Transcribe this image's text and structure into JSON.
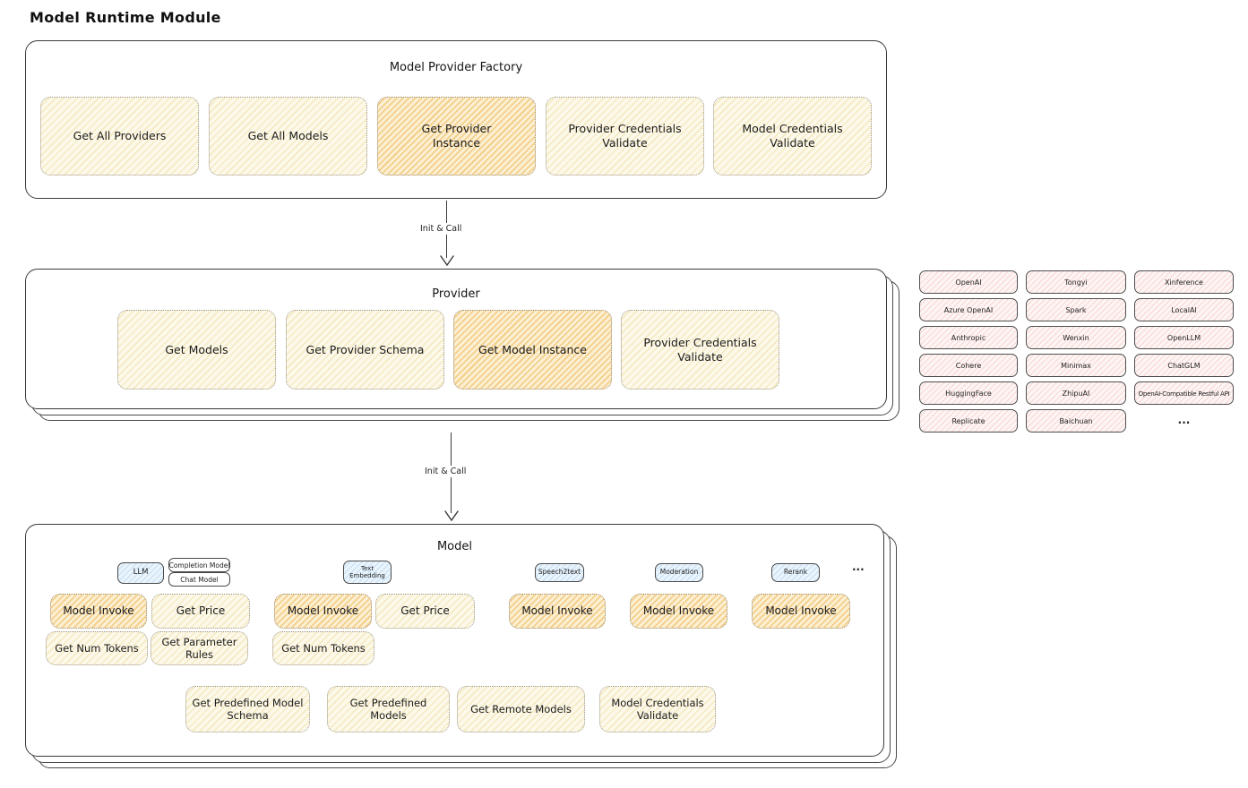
{
  "page_title": "Model Runtime Module",
  "arrows": {
    "label1": "Init & Call",
    "label2": "Init & Call"
  },
  "factory": {
    "title": "Model Provider Factory",
    "items": [
      {
        "label": "Get All Providers",
        "highlight": false
      },
      {
        "label": "Get All Models",
        "highlight": false
      },
      {
        "label": "Get Provider\nInstance",
        "highlight": true
      },
      {
        "label": "Provider Credentials\nValidate",
        "highlight": false
      },
      {
        "label": "Model Credentials\nValidate",
        "highlight": false
      }
    ]
  },
  "provider": {
    "title": "Provider",
    "items": [
      {
        "label": "Get Models",
        "highlight": false
      },
      {
        "label": "Get Provider Schema",
        "highlight": false
      },
      {
        "label": "Get Model Instance",
        "highlight": true
      },
      {
        "label": "Provider Credentials\nValidate",
        "highlight": false
      }
    ]
  },
  "provider_catalog": {
    "cells": [
      "OpenAI",
      "Tongyi",
      "Xinference",
      "Azure OpenAI",
      "Spark",
      "LocalAI",
      "Anthropic",
      "Wenxin",
      "OpenLLM",
      "Cohere",
      "Minimax",
      "ChatGLM",
      "HuggingFace",
      "ZhipuAI",
      "OpenAI-Compatible Restful API",
      "Replicate",
      "Baichuan"
    ],
    "ellipsis": "..."
  },
  "model": {
    "title": "Model",
    "ellipsis": "...",
    "types": [
      {
        "tab": "LLM",
        "subtabs": [
          "Completion Model",
          "Chat Model"
        ],
        "ops": [
          "Model Invoke",
          "Get Price",
          "Get Num Tokens",
          "Get Parameter\nRules"
        ]
      },
      {
        "tab": "Text\nEmbedding",
        "ops": [
          "Model Invoke",
          "Get Price",
          "Get Num Tokens"
        ]
      },
      {
        "tab": "Speech2text",
        "ops": [
          "Model Invoke"
        ]
      },
      {
        "tab": "Moderation",
        "ops": [
          "Model Invoke"
        ]
      },
      {
        "tab": "Rerank",
        "ops": [
          "Model Invoke"
        ]
      }
    ],
    "shared_ops": [
      "Get Predefined Model\nSchema",
      "Get Predefined\nModels",
      "Get Remote Models",
      "Model Credentials\nValidate"
    ]
  }
}
